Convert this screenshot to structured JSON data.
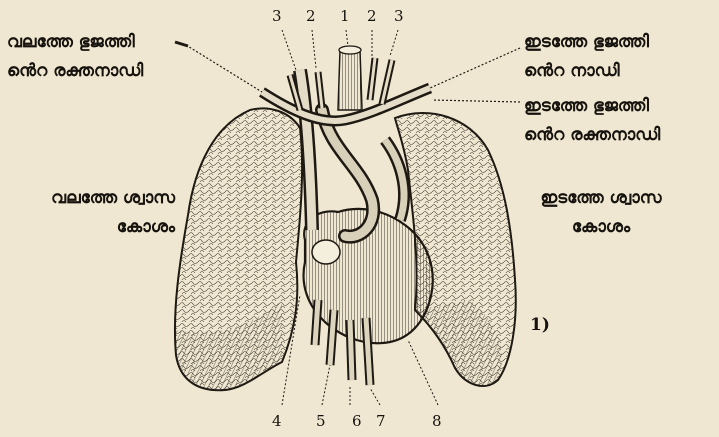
{
  "labels": {
    "right_brachial_artery": "വലത്തേ ഭുജത്തി\nൻെറ രക്തനാഡി",
    "left_brachial_vein": "ഇടത്തേ ഭുജത്തി\nൻെറ നാഡി",
    "left_brachial_artery": "ഇടത്തേ ഭുജത്തി\nൻെറ രക്തനാഡി",
    "right_lung": "വലത്തേ ശ്വാസ\nകോശം",
    "left_lung": "ഇടത്തേ ശ്വാസ\nകോശം"
  },
  "top_numbers": [
    "3",
    "2",
    "1",
    "2",
    "3"
  ],
  "bottom_numbers": [
    "4",
    "5",
    "6",
    "7",
    "8"
  ],
  "figure_number": "1)"
}
